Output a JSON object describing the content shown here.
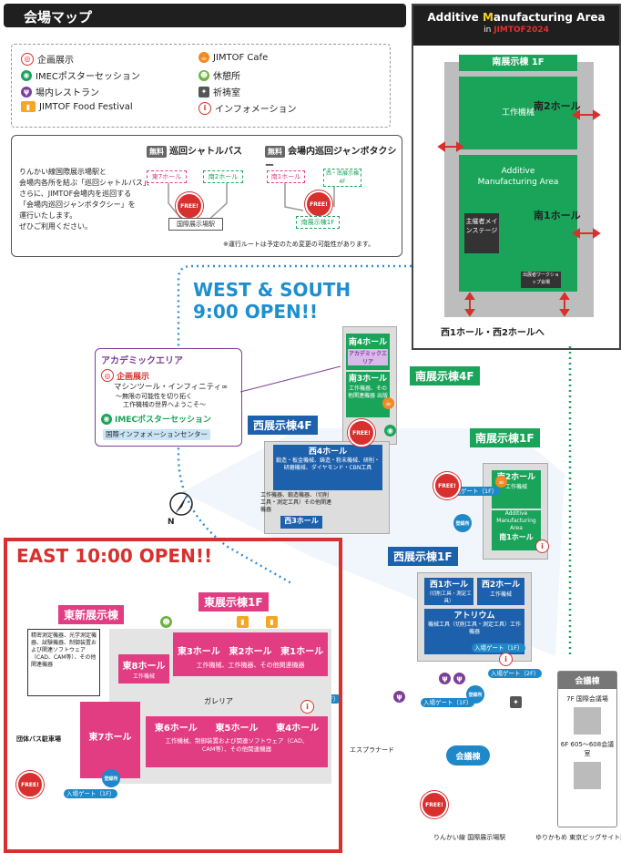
{
  "header": {
    "title": "会場マップ"
  },
  "legend": {
    "items": [
      {
        "label": "企画展示",
        "icon": "exhibit-icon",
        "color": "#d7302f"
      },
      {
        "label": "JIMTOF Cafe",
        "icon": "cafe-icon",
        "color": "#f08a24"
      },
      {
        "label": "IMECポスターセッション",
        "icon": "poster-icon",
        "color": "#1aa45a"
      },
      {
        "label": "休憩所",
        "icon": "rest-icon",
        "color": "#6cb33f"
      },
      {
        "label": "場内レストラン",
        "icon": "restaurant-icon",
        "color": "#7b3f98"
      },
      {
        "label": "祈祷室",
        "icon": "prayer-icon",
        "color": "#555555"
      },
      {
        "label": "JIMTOF Food Festival",
        "icon": "food-festival-icon",
        "color": "#f5a623"
      },
      {
        "label": "インフォメーション",
        "icon": "info-icon",
        "color": "#d7302f"
      }
    ]
  },
  "shuttle": {
    "description": [
      "りんかい線国際展示場駅と",
      "会場内各所を結ぶ「巡回シャトルバス」、",
      "さらに、JIMTOF会場内を巡回する",
      "「会場内巡回ジャンボタクシー」を",
      "運行いたします。",
      "ぜひご利用ください。"
    ],
    "free_tag": "無料",
    "bus_title": "巡回シャトルバス",
    "taxi_title": "会場内巡回ジャンボタクシー",
    "bus_stop_1": "東7ホール",
    "bus_stop_2": "南2ホール",
    "bus_stop_3": "国際展示場駅",
    "taxi_stop_1": "南1ホール",
    "taxi_stop_2": "西・南展示棟4F",
    "taxi_stop_3": "南展示棟1F",
    "free": "FREE!",
    "note": "※運行ルートは予定のため変更の可能性があります。"
  },
  "am_area": {
    "title_part1": "Additive ",
    "title_highlight": "M",
    "title_part2": "anufacturing Area",
    "subtitle_in": "in",
    "subtitle_event": "JIMTOF2024",
    "building": "南展示棟 1F",
    "hall2": "南2ホール",
    "hall2_content": "工作機械",
    "area_name": "Additive Manufacturing Area",
    "hall1": "南1ホール",
    "stage": "主催者メインステージ",
    "workshop": "出展者ワークショップ会場",
    "exit_to": "西1ホール・西2ホールへ"
  },
  "west_south": {
    "open": "WEST & SOUTH",
    "time": "9:00 OPEN!!"
  },
  "academic": {
    "title": "アカデミックエリア",
    "exhibit_title": "企画展示",
    "exhibit_name": "マシンツール・インフィニティ∞",
    "exhibit_sub1": "～無限の可能性を切り拓く",
    "exhibit_sub2": "工作機械の世界へようこそ～",
    "poster": "IMECポスターセッション",
    "info_center": "国際インフォメーションセンター"
  },
  "buildings": {
    "south4f": "南展示棟4F",
    "west4f": "西展示棟4F",
    "south1f": "南展示棟1F",
    "west1f": "西展示棟1F",
    "east_new": "東新展示棟",
    "east1f": "東展示棟1F",
    "conference": "会議棟"
  },
  "halls": {
    "s4": "南4ホール",
    "s4_sub": "アカデミックエリア",
    "s3": "南3ホール",
    "s3_content": "工作機器、その他関連機器 出版",
    "w4": "西4ホール",
    "w4_content": "鍛造・板金機械、鋳造・粉末機械、研削・研磨機械、ダイヤモンド・CBN工具",
    "w4_content2": "工作機器、鍛造機器、（切削工具・測定工具）その他関連機器",
    "w3": "西3ホール",
    "s2": "南2ホール",
    "s2_content": "工作機械",
    "s_am": "Additive Manufacturing Area",
    "s1": "南1ホール",
    "w1": "西1ホール",
    "w2": "西2ホール",
    "w1_content": "（切削工具・測定工具）",
    "w2_content": "工作機械",
    "atrium": "アトリウム",
    "atrium_content": "機械工具（切削工具・測定工具）工作機器",
    "e3": "東3ホール",
    "e2": "東2ホール",
    "e1": "東1ホール",
    "e123_content": "工作機械、工作機器、その他関連機器",
    "e8": "東8ホール",
    "e8_content": "工作機械",
    "e7": "東7ホール",
    "e7_content": "精密測定機器、光学測定機器、試験機器、制御装置および関連ソフトウェア（CAD、CAM等）、その他関連機器",
    "e6": "東6ホール",
    "e5": "東5ホール",
    "e4": "東4ホール",
    "e456_content": "工作機械、制御装置および関連ソフトウェア（CAD、CAM等）、その他関連機器"
  },
  "east": {
    "open": "EAST 10:00 OPEN!!"
  },
  "gates": {
    "gate_1f": "入場ゲート（1F）",
    "gate_2f": "入場ゲート（2F）",
    "reg": "登録所",
    "bus_lot": "団体バス駐車場",
    "galleria": "ガレリア",
    "esplanade": "エスプラナード",
    "north": "N"
  },
  "conference": {
    "title": "会議棟",
    "7f": "7F 国際会議場",
    "6f": "6F 605～608会議室"
  },
  "stations": {
    "rinkai": "りんかい線 国際展示場駅",
    "yurikamome": "ゆりかもめ 東京ビッグサイト駅"
  }
}
